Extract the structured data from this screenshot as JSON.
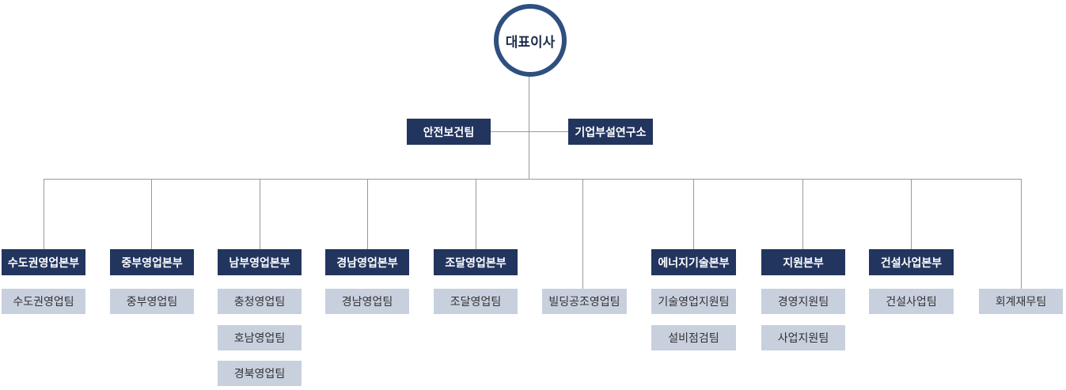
{
  "ceo": "대표이사",
  "staff": [
    "안전보건팀",
    "기업부설연구소"
  ],
  "divisions": [
    {
      "name": "수도권영업본부",
      "teams": [
        "수도권영업팀"
      ]
    },
    {
      "name": "중부영업본부",
      "teams": [
        "중부영업팀"
      ]
    },
    {
      "name": "남부영업본부",
      "teams": [
        "충청영업팀",
        "호남영업팀",
        "경북영업팀"
      ]
    },
    {
      "name": "경남영업본부",
      "teams": [
        "경남영업팀"
      ]
    },
    {
      "name": "조달영업본부",
      "teams": [
        "조달영업팀"
      ]
    },
    {
      "name": "",
      "teams": [
        "빌딩공조영업팀"
      ]
    },
    {
      "name": "에너지기술본부",
      "teams": [
        "기술영업지원팀",
        "설비점검팀"
      ]
    },
    {
      "name": "지원본부",
      "teams": [
        "경영지원팀",
        "사업지원팀"
      ]
    },
    {
      "name": "건설사업본부",
      "teams": [
        "건설사업팀"
      ]
    },
    {
      "name": "",
      "teams": [
        "회계재무팀"
      ]
    }
  ]
}
